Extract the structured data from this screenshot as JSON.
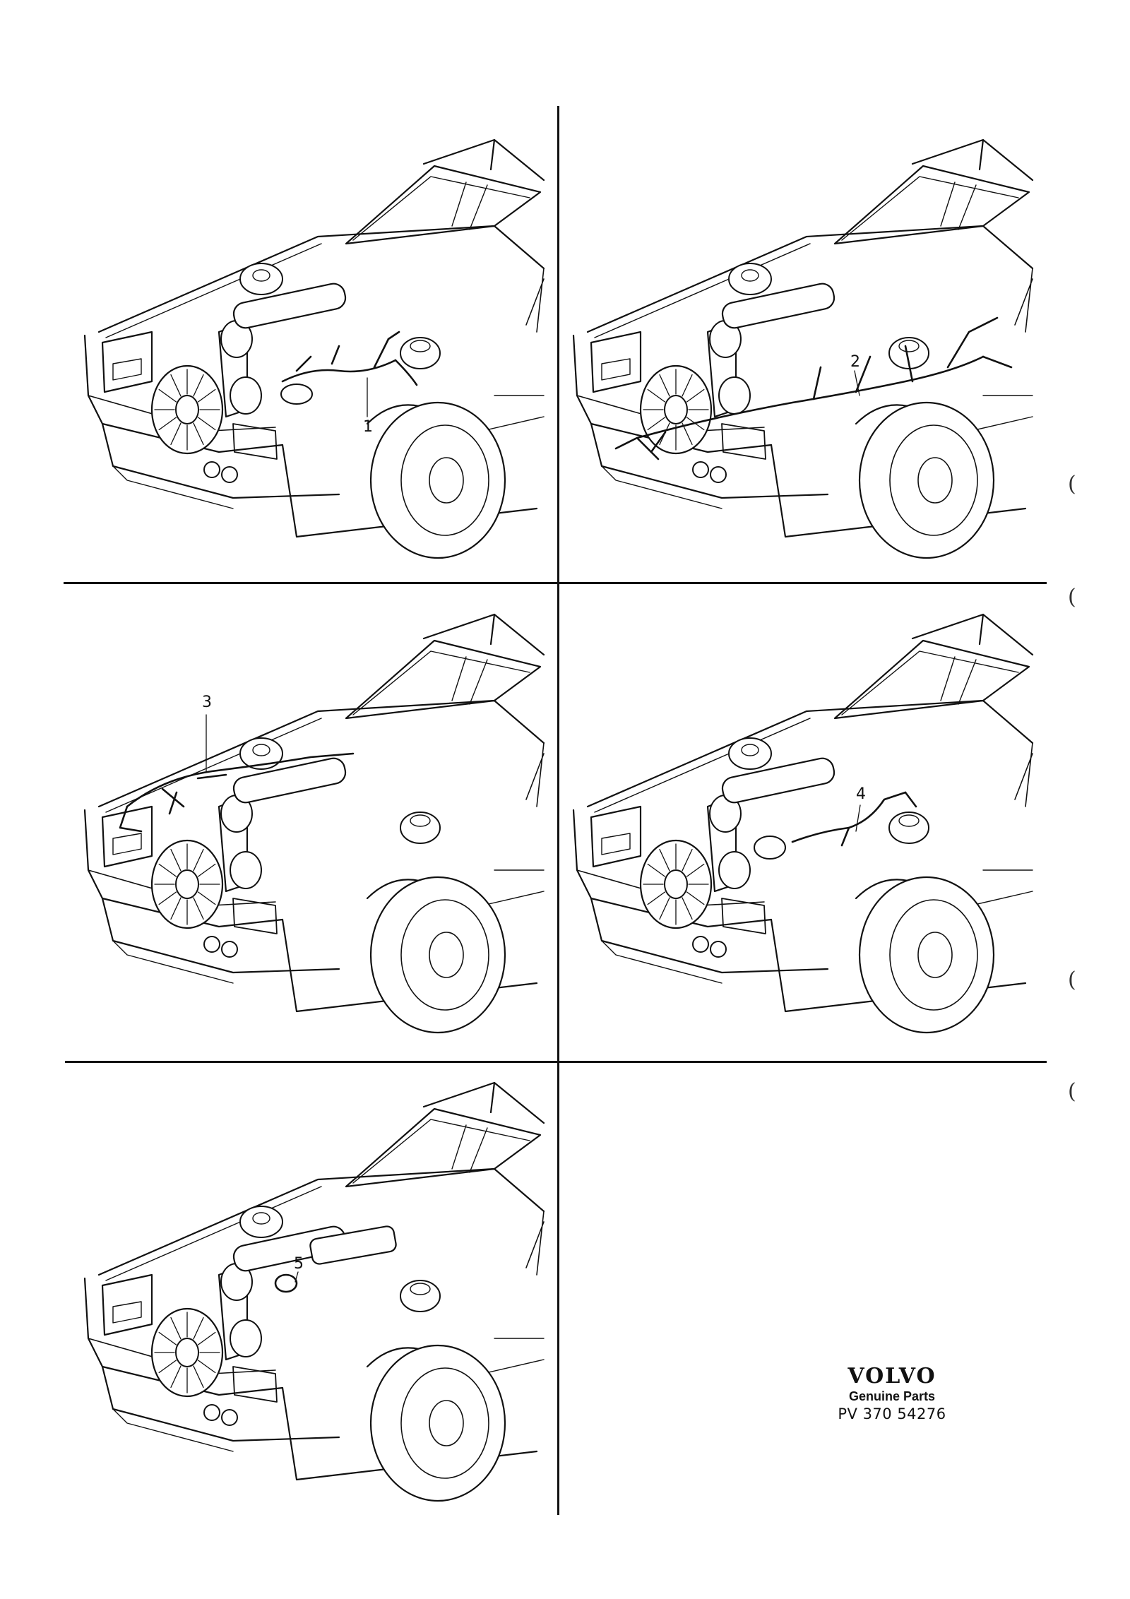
{
  "panels": [
    {
      "id": "panel-1",
      "callout": "1",
      "variant": "engine-harness"
    },
    {
      "id": "panel-2",
      "callout": "2",
      "variant": "main-harness"
    },
    {
      "id": "panel-3",
      "callout": "3",
      "variant": "front-harness"
    },
    {
      "id": "panel-4",
      "callout": "4",
      "variant": "component-harness"
    },
    {
      "id": "panel-5",
      "callout": "5",
      "variant": "clip"
    }
  ],
  "brand": {
    "logo": "VOLVO",
    "subtitle": "Genuine Parts",
    "code": "PV 370 54276"
  },
  "colors": {
    "ink": "#111111",
    "paper": "#ffffff"
  }
}
